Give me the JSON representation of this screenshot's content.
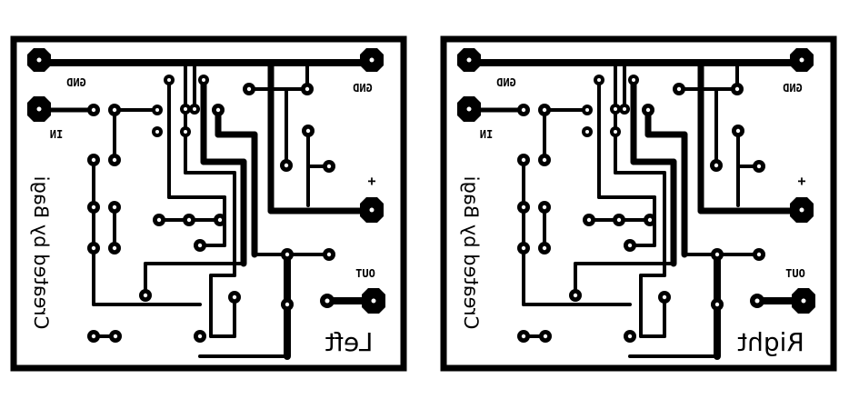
{
  "colors": {
    "copper": "#000000",
    "background": "#ffffff"
  },
  "boards": [
    {
      "labels": {
        "gnd_left": "GND",
        "in": "IN",
        "gnd_right": "GND",
        "plus": "+",
        "out": "OUT",
        "credit": "Created by Bagi",
        "channel": "Left"
      }
    },
    {
      "labels": {
        "gnd_left": "GND",
        "in": "IN",
        "gnd_right": "GND",
        "plus": "+",
        "out": "OUT",
        "credit": "Created by Bagi",
        "channel": "Right"
      }
    }
  ]
}
